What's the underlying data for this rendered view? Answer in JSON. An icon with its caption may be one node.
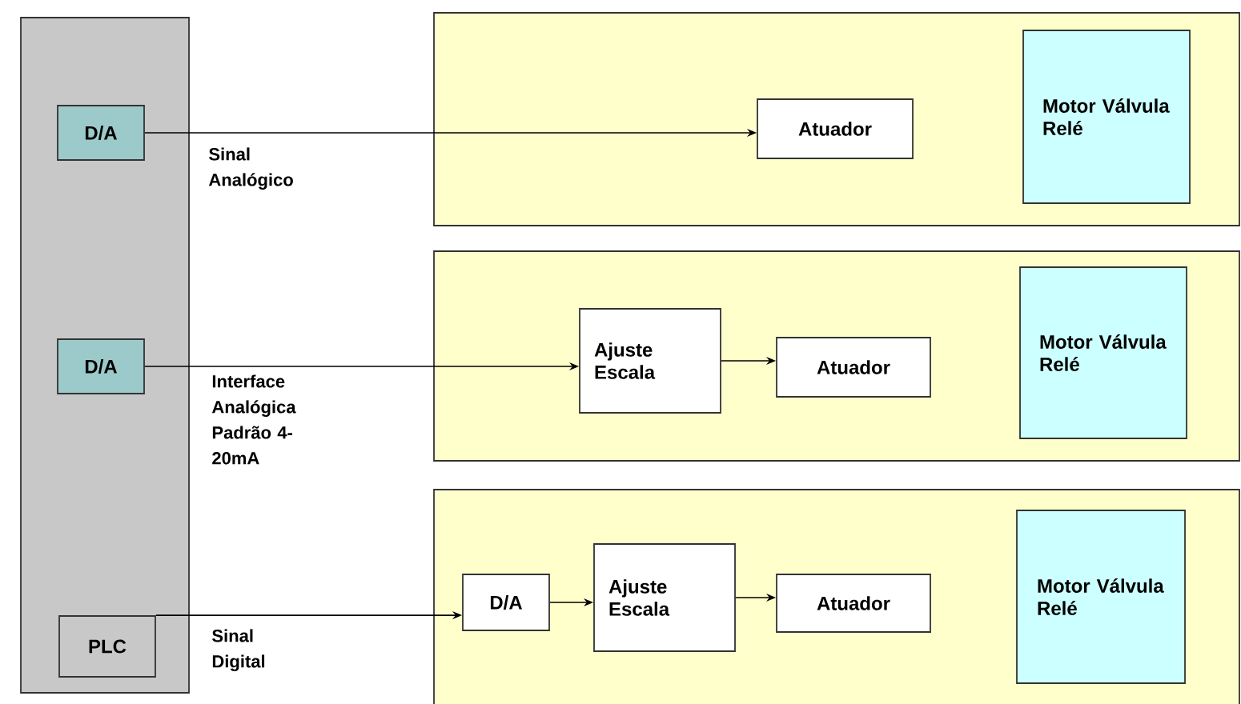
{
  "diagram": {
    "nodes": [
      {
        "text": [],
        "shape": "box"
      },
      {
        "text": [
          "D/A"
        ],
        "in": 0
      },
      {
        "text": [
          "D/A"
        ],
        "in": 0
      },
      {
        "text": [
          "PLC"
        ],
        "in": 0
      },
      {
        "text": [],
        "shape": "box"
      },
      {
        "text": [
          "Atuador"
        ],
        "in": 4
      },
      {
        "text": [
          "Motor Válvula Relé"
        ],
        "in": 4
      },
      {
        "text": [],
        "shape": "box"
      },
      {
        "text": [
          "Ajuste Escala"
        ],
        "in": 7
      },
      {
        "text": [
          "Atuador"
        ],
        "in": 7
      },
      {
        "text": [
          "Motor Válvula Relé"
        ],
        "in": 7
      },
      {
        "text": [],
        "shape": "box"
      },
      {
        "text": [
          "D/A"
        ],
        "in": 11
      },
      {
        "text": [
          "Ajuste Escala"
        ],
        "in": 11
      },
      {
        "text": [
          "Atuador"
        ],
        "in": 11
      },
      {
        "text": [
          "Motor Válvula Relé"
        ],
        "in": 11
      }
    ],
    "edges": [
      {
        "from": 1,
        "to": 5,
        "arrow": "to",
        "label": "Sinal Analógico"
      },
      {
        "from": 2,
        "to": 8,
        "arrow": "to",
        "label": "Interface Analógica Padrão 4-20mA"
      },
      {
        "from": 8,
        "to": 9,
        "arrow": "to"
      },
      {
        "from": 3,
        "to": 12,
        "arrow": "to",
        "label": "Sinal Digital"
      },
      {
        "from": 12,
        "to": 13,
        "arrow": "to"
      },
      {
        "from": 13,
        "to": 14,
        "arrow": "to"
      }
    ]
  }
}
